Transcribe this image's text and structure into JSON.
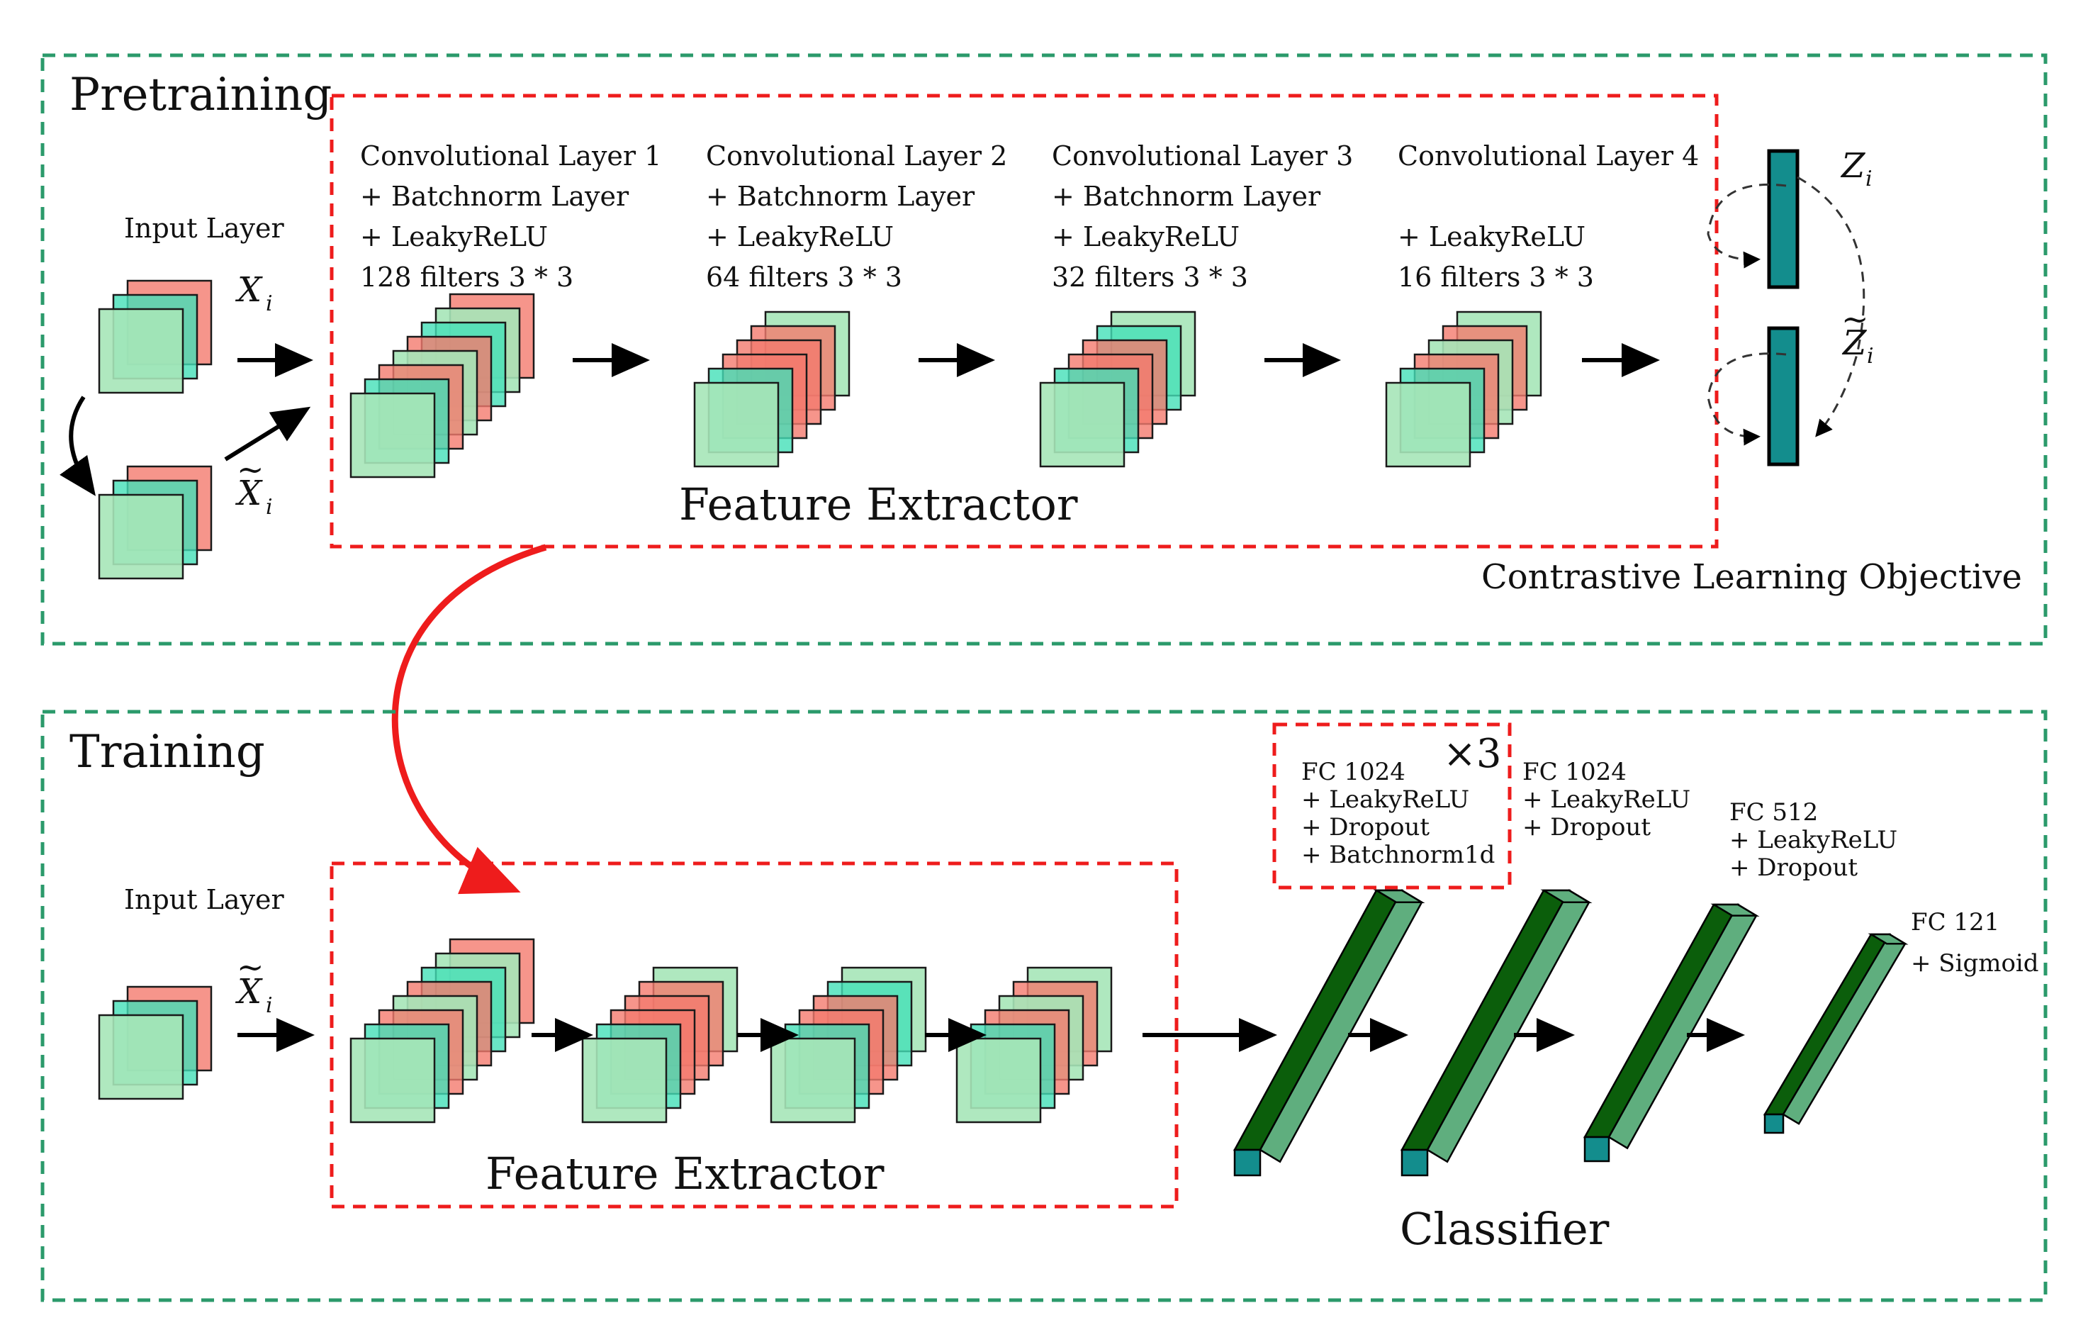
{
  "pretraining": {
    "title": "Pretraining",
    "input_label": "Input Layer",
    "x_symbol": "X",
    "x_sub": "i",
    "x_tilde_symbol": "X",
    "x_tilde_sub": "i",
    "conv_layers": [
      {
        "name": "Convolutional Layer 1",
        "line2": "+ Batchnorm Layer",
        "line3": "+ LeakyReLU",
        "filters": "128 filters 3 * 3"
      },
      {
        "name": "Convolutional Layer 2",
        "line2": "+ Batchnorm Layer",
        "line3": "+ LeakyReLU",
        "filters": "64 filters 3 * 3"
      },
      {
        "name": "Convolutional Layer 3",
        "line2": "+ Batchnorm Layer",
        "line3": "+ LeakyReLU",
        "filters": "32 filters 3 * 3"
      },
      {
        "name": "Convolutional Layer 4",
        "line2": "",
        "line3": "+ LeakyReLU",
        "filters": "16 filters 3 * 3"
      }
    ],
    "feature_extractor_label": "Feature Extractor",
    "z_symbol": "Z",
    "z_sub": "i",
    "z_tilde_symbol": "Z",
    "z_tilde_sub": "i",
    "objective_label": "Contrastive Learning Objective"
  },
  "training": {
    "title": "Training",
    "input_label": "Input Layer",
    "x_tilde_symbol": "X",
    "x_tilde_sub": "i",
    "feature_extractor_label": "Feature Extractor",
    "repeat_label": "×3",
    "fc_blocks": [
      {
        "lines": [
          "FC 1024",
          "+ LeakyReLU",
          "+ Dropout",
          "+ Batchnorm1d"
        ]
      },
      {
        "lines": [
          "FC 1024",
          "+ LeakyReLU",
          "+ Dropout"
        ]
      },
      {
        "lines": [
          "FC 512",
          "+ LeakyReLU",
          "+ Dropout"
        ]
      },
      {
        "lines": [
          "FC 121",
          "+ Sigmoid"
        ]
      }
    ],
    "classifier_label": "Classifier"
  },
  "colors": {
    "section_border": "#2b9a6b",
    "extractor_border": "#ee1c1c",
    "transfer_arrow": "#ee1c1c",
    "filter_green": "#a6e6b8",
    "filter_red": "#f47a6e",
    "filter_cyan": "#44e0b8",
    "fc_dark_green": "#0b5e0b",
    "fc_light_green": "#5fae7e",
    "fc_teal": "#138d8d"
  },
  "icons": [
    "filter-stack-icon",
    "embedding-bar-icon",
    "fc-layer-bar-icon",
    "arrow-icon"
  ]
}
